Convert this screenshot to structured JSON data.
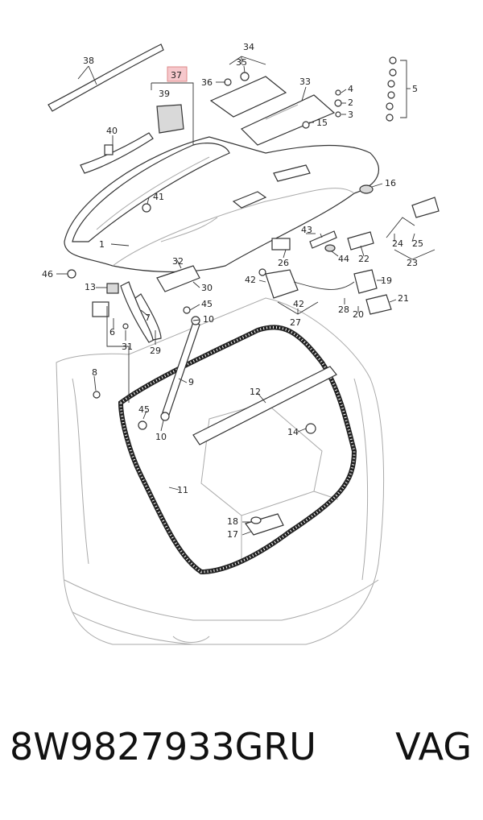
{
  "diagram": {
    "callouts": {
      "c1": "1",
      "c2": "2",
      "c3": "3",
      "c4": "4",
      "c5": "5",
      "c6": "6",
      "c7": "7",
      "c8": "8",
      "c9": "9",
      "c10a": "10",
      "c10b": "10",
      "c11": "11",
      "c12": "12",
      "c13": "13",
      "c14": "14",
      "c15": "15",
      "c16": "16",
      "c17": "17",
      "c18": "18",
      "c19": "19",
      "c20": "20",
      "c21": "21",
      "c22": "22",
      "c23": "23",
      "c24": "24",
      "c25": "25",
      "c26": "26",
      "c27": "27",
      "c28": "28",
      "c29": "29",
      "c30": "30",
      "c31": "31",
      "c32": "32",
      "c33": "33",
      "c34": "34",
      "c35": "35",
      "c36": "36",
      "c37": "37",
      "c38": "38",
      "c39": "39",
      "c40": "40",
      "c41": "41",
      "c42a": "42",
      "c42b": "42",
      "c43": "43",
      "c44": "44",
      "c45a": "45",
      "c45b": "45",
      "c46": "46"
    },
    "highlighted_callout_color": "#f6c8cc"
  },
  "footer": {
    "part_number": "8W9827933GRU",
    "brand": "VAG"
  }
}
